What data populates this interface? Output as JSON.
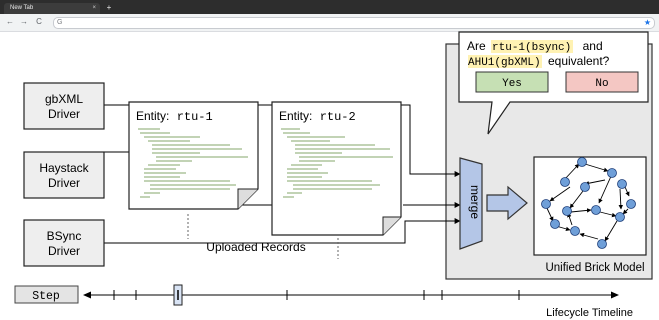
{
  "browser": {
    "tab_title": "New Tab",
    "tab_close": "×",
    "new_tab": "+",
    "back": "←",
    "forward": "→",
    "reload": "C",
    "omnibox_icon": "G",
    "bookmark_icon": "star-icon",
    "bookmark_glyph": "★"
  },
  "drivers": [
    {
      "line1": "gbXML",
      "line2": "Driver"
    },
    {
      "line1": "Haystack",
      "line2": "Driver"
    },
    {
      "line1": "BSync",
      "line2": "Driver"
    }
  ],
  "entities": [
    {
      "label": "Entity:",
      "id": "rtu-1"
    },
    {
      "label": "Entity:",
      "id": "rtu-2"
    }
  ],
  "uploaded_label": "Uploaded Records",
  "merge_label": "merge",
  "question": {
    "are": "Are",
    "term1": "rtu-1(bsync)",
    "and": "and",
    "term2": "AHU1(gbXML)",
    "tail": "equivalent?",
    "yes": "Yes",
    "no": "No"
  },
  "model_label": "Unified Brick Model",
  "timeline": {
    "step_label": "Step",
    "caption": "Lifecycle Timeline"
  },
  "colors": {
    "panel": "#e8e8e8",
    "driver_box": "#eeeeee",
    "merge": "#b4c6e7",
    "node": "#6f9fd8",
    "term_highlight": "#fff2b3",
    "yes": "#c6e0b4",
    "no": "#f4c7c3",
    "json_text": "#4a7a2a"
  }
}
